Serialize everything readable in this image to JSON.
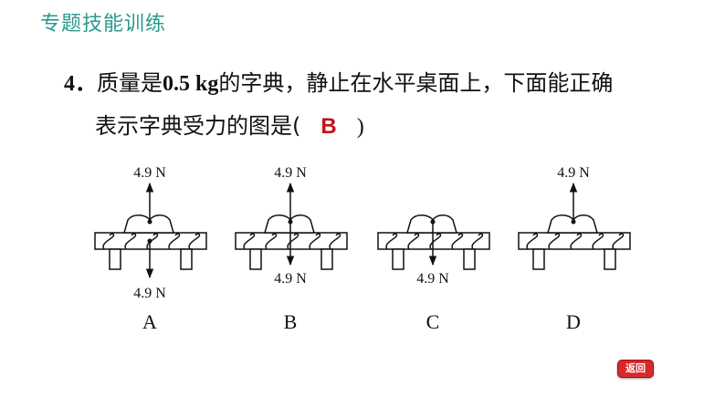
{
  "header": {
    "title": "专题技能训练"
  },
  "question": {
    "number": "4．",
    "text_a": "质量是",
    "mass": "0.5 kg",
    "text_b": "的字典，静止在水平桌面上，下面能正确",
    "text_c": "表示字典受力的图是(",
    "answer": "B",
    "close": ")"
  },
  "options": [
    {
      "letter": "A",
      "top_label": "4.9 N",
      "bottom_label": "4.9 N"
    },
    {
      "letter": "B",
      "top_label": "4.9 N",
      "bottom_label": "4.9 N"
    },
    {
      "letter": "C",
      "bottom_label": "4.9 N"
    },
    {
      "letter": "D",
      "top_label": "4.9 N"
    }
  ],
  "nav": {
    "back_label": "返回"
  },
  "colors": {
    "header": "#2a9a8c",
    "answer": "#c0141c",
    "back_button": "#d62a2a"
  }
}
